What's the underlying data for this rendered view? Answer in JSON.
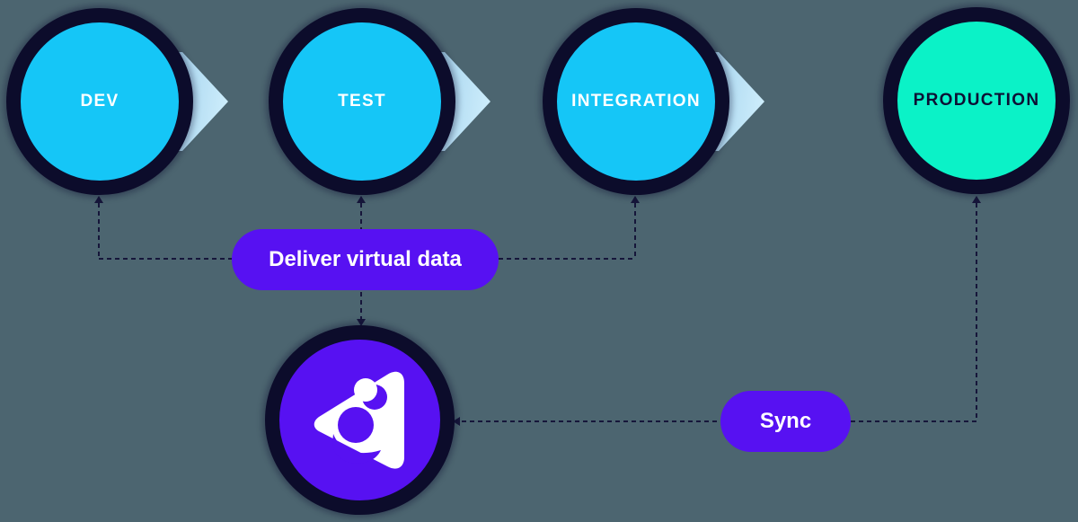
{
  "diagram": {
    "stages": [
      {
        "label": "DEV"
      },
      {
        "label": "TEST"
      },
      {
        "label": "INTEGRATION"
      },
      {
        "label": "PRODUCTION"
      }
    ],
    "pills": {
      "deliver": {
        "label": "Deliver virtual data"
      },
      "sync": {
        "label": "Sync"
      }
    },
    "connections": [
      {
        "label": "Deliver virtual data",
        "nodes": [
          "data-engine-logo",
          "DEV",
          "TEST",
          "INTEGRATION"
        ]
      },
      {
        "label": "Sync",
        "nodes": [
          "PRODUCTION",
          "data-engine-logo"
        ]
      }
    ],
    "icons": {
      "forward": "chevron-right-arrow-icon",
      "logo": "delphix-swirl-triangle-logo-icon"
    },
    "colors": {
      "background": "#4c6570",
      "stage_ring": "#0c0c2b",
      "stage_cyan": "#15c6f7",
      "production_teal": "#0bf2c7",
      "accent_purple": "#5711f2",
      "connector": "#16163a",
      "chevron_gradient_start": "#87a2b8",
      "chevron_gradient_end": "#d2f0fd",
      "label_light": "#ffffff",
      "label_dark": "#0d1034"
    }
  }
}
